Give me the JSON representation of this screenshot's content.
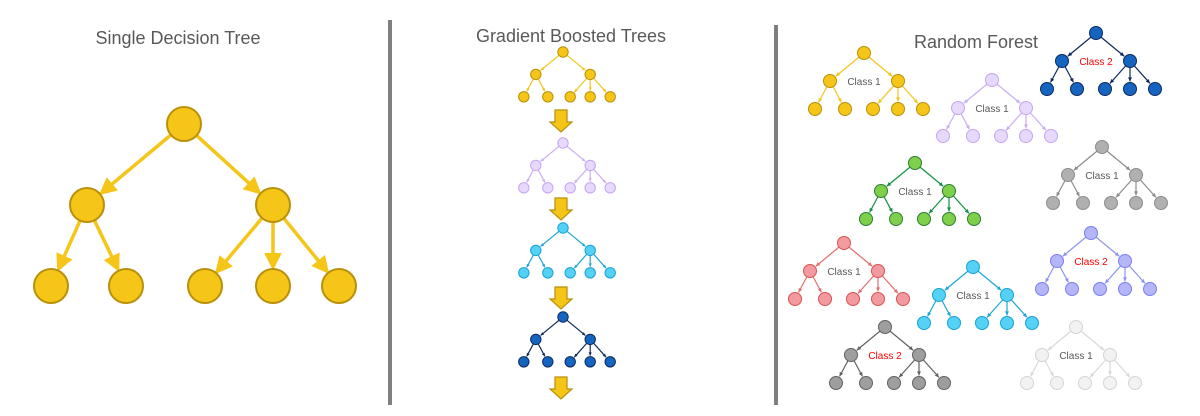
{
  "panels": [
    {
      "id": "single",
      "title": "Single Decision Tree"
    },
    {
      "id": "gbt",
      "title": "Gradient Boosted Trees"
    },
    {
      "id": "rf",
      "title": "Random Forest"
    }
  ],
  "colors": {
    "gold": {
      "fill": "#f5c518",
      "stroke": "#b8900a",
      "edge": "#f5c518"
    },
    "purple": {
      "fill": "#e6d9fb",
      "stroke": "#c4a6f2",
      "edge": "#c9aef4"
    },
    "cyan": {
      "fill": "#55d1f5",
      "stroke": "#1aa3d1",
      "edge": "#1ba6d6"
    },
    "navy": {
      "fill": "#1565c0",
      "stroke": "#0d2a5c",
      "edge": "#0d2a5c"
    },
    "green": {
      "fill": "#7ed04a",
      "stroke": "#2e7d32",
      "edge": "#109040"
    },
    "gray": {
      "fill": "#b0b0b0",
      "stroke": "#8c8c8c",
      "edge": "#8c8c8c"
    },
    "red": {
      "fill": "#f39aa0",
      "stroke": "#d9534f",
      "edge": "#e66b6b"
    },
    "lavender": {
      "fill": "#b4b6f8",
      "stroke": "#7b7ff0",
      "edge": "#8e92f2"
    },
    "dgray": {
      "fill": "#9e9e9e",
      "stroke": "#616161",
      "edge": "#616161"
    },
    "lgray": {
      "fill": "#f2f2f2",
      "stroke": "#d4d4d4",
      "edge": "#d9d9d9"
    },
    "divider": "#7f7f7f",
    "arrow_fill": "#f5c518",
    "arrow_stroke": "#b8900a"
  },
  "forest_trees": [
    {
      "color": "gold",
      "label": "Class 1",
      "label_color": "gray"
    },
    {
      "color": "purple",
      "label": "Class 1",
      "label_color": "gray"
    },
    {
      "color": "navy",
      "label": "Class 2",
      "label_color": "red"
    },
    {
      "color": "green",
      "label": "Class 1",
      "label_color": "gray"
    },
    {
      "color": "gray",
      "label": "Class 1",
      "label_color": "gray"
    },
    {
      "color": "red",
      "label": "Class 1",
      "label_color": "gray"
    },
    {
      "color": "cyan",
      "label": "Class 1",
      "label_color": "gray"
    },
    {
      "color": "lavender",
      "label": "Class 2",
      "label_color": "red"
    },
    {
      "color": "dgray",
      "label": "Class 2",
      "label_color": "red"
    },
    {
      "color": "lgray",
      "label": "Class 1",
      "label_color": "gray"
    }
  ],
  "boosted_trees": [
    {
      "color": "gold"
    },
    {
      "color": "purple"
    },
    {
      "color": "cyan"
    },
    {
      "color": "navy"
    }
  ]
}
